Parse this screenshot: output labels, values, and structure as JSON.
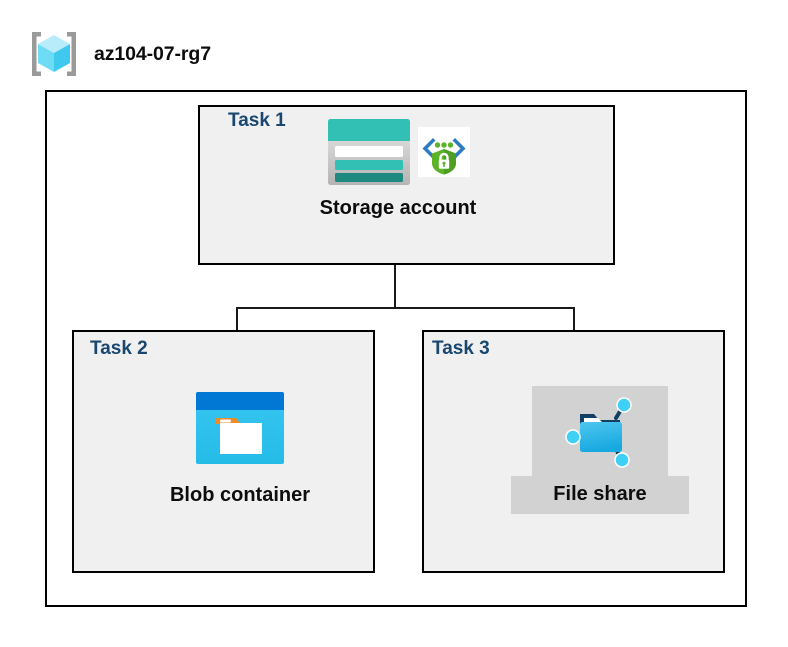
{
  "resource_group": {
    "icon": "resource-group-cube-icon",
    "name": "az104-07-rg7"
  },
  "diagram": {
    "type": "architecture-hierarchy",
    "root": "Storage account",
    "tasks": [
      {
        "id": "task1",
        "label": "Task 1",
        "node_label": "Storage account",
        "icons": [
          "storage-account-icon",
          "encryption-shield-icon"
        ],
        "highlighted": false
      },
      {
        "id": "task2",
        "label": "Task 2",
        "node_label": "Blob container",
        "icons": [
          "blob-container-icon"
        ],
        "highlighted": false
      },
      {
        "id": "task3",
        "label": "Task 3",
        "node_label": "File share",
        "icons": [
          "file-share-icon"
        ],
        "highlighted": true
      }
    ],
    "connections": [
      {
        "from": "Storage account",
        "to": "Blob container"
      },
      {
        "from": "Storage account",
        "to": "File share"
      }
    ]
  },
  "colors": {
    "task_label": "#19476f",
    "node_label": "#0d0d0d",
    "box_border": "#000000",
    "task_box_fill": "#f0f0f0",
    "outer_box_fill": "#ffffff",
    "highlight_fill": "#d2d2d2",
    "connector": "#1a1a1a",
    "storage_teal": "#32bfb4",
    "storage_teal_dark": "#1e8a7f",
    "blob_blue": "#0078d4",
    "blob_cyan": "#32c8f0",
    "blob_orange": "#f08c28",
    "fileshare_blue": "#36b5e8",
    "shield_green": "#5bb327",
    "bracket_blue": "#2e7bbf",
    "cube_cyan": "#9fe8fa",
    "bracket_gray": "#9a9a9a"
  }
}
